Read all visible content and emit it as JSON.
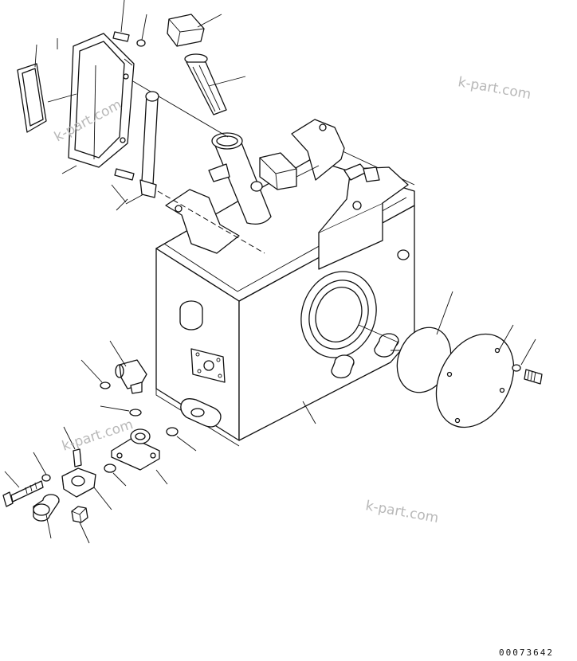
{
  "watermarks": [
    "k-part.com",
    "k-part.com",
    "k-part.com",
    "k-part.com"
  ],
  "drawing_code": "00073642",
  "colors": {
    "line": "#111111",
    "watermark": "#b8b8b8",
    "background": "#ffffff"
  }
}
